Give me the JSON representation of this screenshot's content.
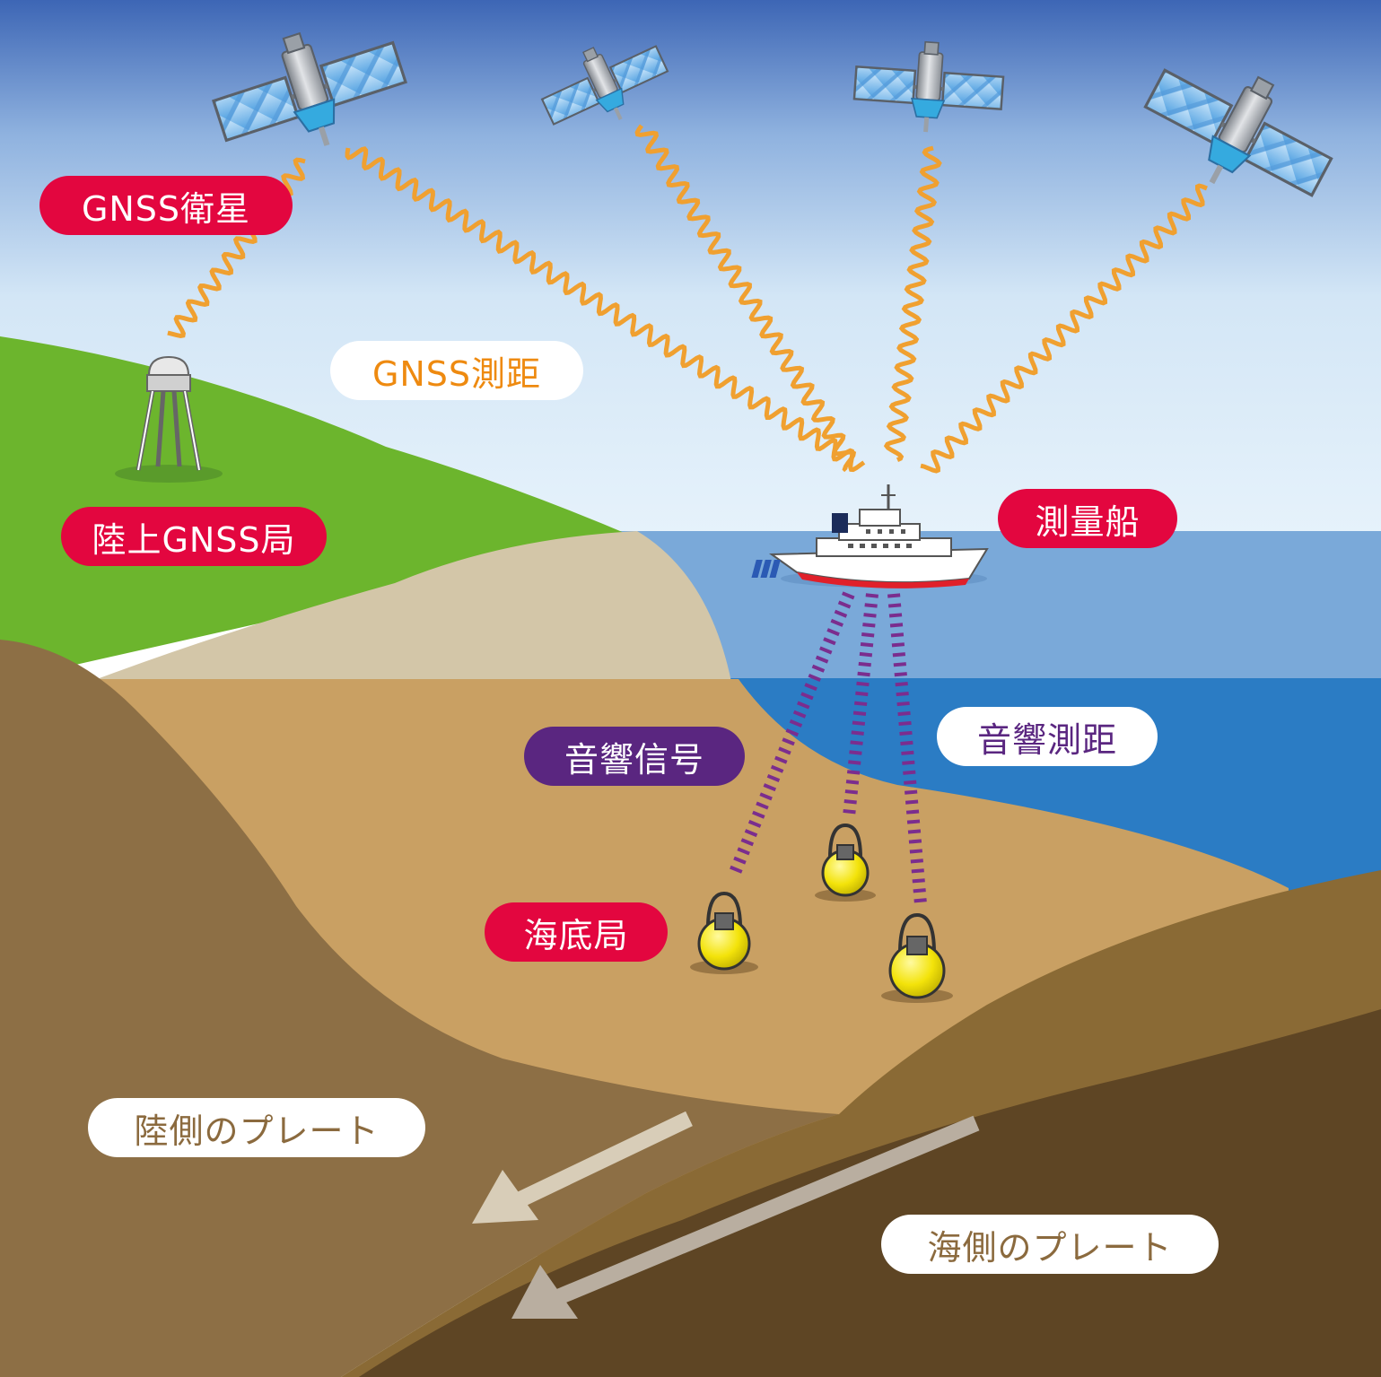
{
  "labels": {
    "gnss_satellite": "GNSS衛星",
    "gnss_ranging": "GNSS測距",
    "land_gnss_station": "陸上GNSS局",
    "survey_ship": "測量船",
    "acoustic_signal": "音響信号",
    "acoustic_ranging": "音響測距",
    "seafloor_station": "海底局",
    "land_plate": "陸側のプレート",
    "ocean_plate": "海側のプレート"
  },
  "colors": {
    "label_red": "#e3063f",
    "label_purple": "#5a2680",
    "signal_orange": "#f0a030",
    "acoustic_purple": "#7b2d8e",
    "land_green": "#6cb52d",
    "sea_shallow": "#7aa9d9",
    "sea_deep": "#2b7cc4",
    "seafloor_sand": "#c9a063",
    "land_plate_brown": "#8d6f45",
    "ocean_plate_brown": "#8a6a35",
    "ocean_plate_dark": "#5e4524",
    "station_yellow": "#f3e30a"
  },
  "icons": [
    "satellite-icon",
    "gnss-antenna-icon",
    "survey-ship-icon",
    "seafloor-transponder-icon",
    "plate-motion-arrow"
  ]
}
